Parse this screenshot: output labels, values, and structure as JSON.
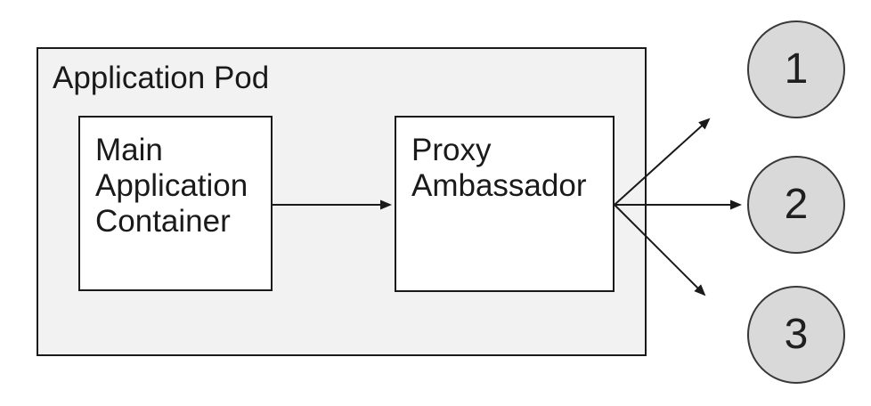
{
  "diagram": {
    "pod": {
      "label": "Application Pod",
      "fill_color": "#f2f2f2",
      "stroke_color": "#1a1a1a"
    },
    "nodes": [
      {
        "id": "main-application-container",
        "label": "Main Application Container",
        "fill_color": "#ffffff"
      },
      {
        "id": "proxy-ambassador",
        "label": "Proxy Ambassador",
        "fill_color": "#ffffff"
      }
    ],
    "endpoints": [
      {
        "label": "1"
      },
      {
        "label": "2"
      },
      {
        "label": "3"
      }
    ],
    "endpoint_fill_color": "#d9d9d9",
    "arrow_color": "#1a1a1a",
    "connections": [
      {
        "from": "Main Application Container",
        "to": "Proxy Ambassador"
      },
      {
        "from": "Proxy Ambassador",
        "to": "1"
      },
      {
        "from": "Proxy Ambassador",
        "to": "2"
      },
      {
        "from": "Proxy Ambassador",
        "to": "3"
      }
    ]
  }
}
